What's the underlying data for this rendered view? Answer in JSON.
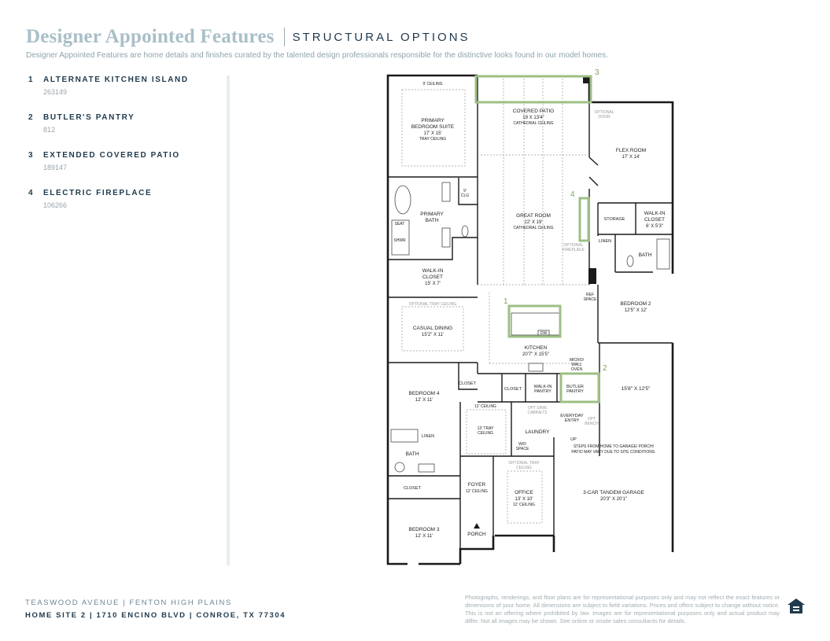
{
  "header": {
    "title": "Designer Appointed Features",
    "subtitle": "STRUCTURAL OPTIONS",
    "description": "Designer Appointed Features are home details and finishes curated by the talented design professionals responsible for the distinctive looks found in our model homes."
  },
  "options": [
    {
      "number": "1",
      "name": "ALTERNATE KITCHEN ISLAND",
      "code": "263149"
    },
    {
      "number": "2",
      "name": "BUTLER'S PANTRY",
      "code": "812"
    },
    {
      "number": "3",
      "name": "EXTENDED COVERED PATIO",
      "code": "189147"
    },
    {
      "number": "4",
      "name": "ELECTRIC FIREPLACE",
      "code": "106266"
    }
  ],
  "plan": {
    "callouts": [
      "1",
      "2",
      "3",
      "4"
    ],
    "rooms": {
      "covered_patio": {
        "name": "COVERED PATIO",
        "dims": "19 X 13'4\"",
        "note": "CATHEDRAL CEILING"
      },
      "nine_ceiling": "9' CEILING",
      "primary_suite": {
        "name1": "PRIMARY",
        "name2": "BEDROOM SUITE",
        "dims": "17' X 15'",
        "note": "TRAY CEILING"
      },
      "optional_door1": "OPTIONAL",
      "optional_door2": "DOOR",
      "flex_room": {
        "name": "FLEX ROOM",
        "dims": "17' X 14'"
      },
      "nine_clg1": "9'",
      "nine_clg2": "CLG",
      "primary_bath": {
        "name1": "PRIMARY",
        "name2": "BATH"
      },
      "seat": "SEAT",
      "shwr": "SHWR",
      "great_room": {
        "name": "GREAT ROOM",
        "dims": "22' X 19'",
        "note": "CATHEDRAL CEILING"
      },
      "storage": "STORAGE",
      "wic_flex": {
        "name1": "WALK-IN",
        "name2": "CLOSET",
        "dims": "6' X 5'3\""
      },
      "linen_top": "LINEN",
      "bath_top": "BATH",
      "optional_fireplace1": "OPTIONAL",
      "optional_fireplace2": "FIREPLACE",
      "wic_primary": {
        "name1": "WALK-IN",
        "name2": "CLOSET",
        "dims": "15' X 7'"
      },
      "optional_tray": "OPTIONAL TRAY CEILING",
      "casual_dining": {
        "name": "CASUAL DINING",
        "dims": "15'2\" X 11'"
      },
      "ref_space1": "REF",
      "ref_space2": "SPACE",
      "bedroom2": {
        "name": "BEDROOM 2",
        "dims": "12'5\" X 12'"
      },
      "dw": "DW",
      "kitchen": {
        "name": "KITCHEN",
        "dims": "20'7\" X 15'5\""
      },
      "micro1": "MICRO/",
      "micro2": "WALL",
      "micro3": "OVEN",
      "closet_a": "CLOSET",
      "closet_b": "CLOSET",
      "walkin_pantry1": "WALK-IN",
      "walkin_pantry2": "PANTRY",
      "butler_pantry1": "BUTLER",
      "butler_pantry2": "PANTRY",
      "garage_extra_dims": "15'8\" X 12'5\"",
      "bedroom4": {
        "name": "BEDROOM 4",
        "dims": "12' X 11'"
      },
      "twelve_ceiling": "12' CEILING",
      "opt_sink1": "OPT SINK/",
      "opt_sink2": "CABINETS",
      "everyday_entry1": "EVERYDAY",
      "everyday_entry2": "ENTRY",
      "opt_bench1": "OPT",
      "opt_bench2": "BENCH",
      "tray13_1": "13' TRAY",
      "tray13_2": "CEILING",
      "laundry": "LAUNDRY",
      "up": "UP",
      "linen_bottom": "LINEN",
      "wd1": "W/D",
      "wd2": "SPACE",
      "steps_note1": "STEPS FROM HOME TO GARAGE/ PORCH/",
      "steps_note2": "PATIO MAY VARY DUE TO SITE CONDITIONS.",
      "bath_bottom": "BATH",
      "optional_tray_office1": "OPTIONAL TRAY",
      "optional_tray_office2": "CEILING",
      "closet_c": "CLOSET",
      "foyer": {
        "name": "FOYER",
        "note": "12' CEILING"
      },
      "office": {
        "name": "OFFICE",
        "dims": "13' X 10'",
        "note": "12' CEILING"
      },
      "garage": {
        "name": "3-CAR TANDEM GARAGE",
        "dims": "20'3\" X 20'1\""
      },
      "bedroom3": {
        "name": "BEDROOM 3",
        "dims": "12' X 11'"
      },
      "porch": "PORCH"
    }
  },
  "footer": {
    "line1": "TEASWOOD AVENUE  |  FENTON HIGH PLAINS",
    "line2": "HOME SITE 2  |  1710 ENCINO BLVD  |  CONROE, TX 77304",
    "disclaimer": "Photographs, renderings, and floor plans are for representational purposes only and may not reflect the exact features or dimensions of your home. All dimensions are subject to field variations. Prices and offers subject to change without notice. This is not an offering where prohibited by law. Images are for representational purposes only and actual product may differ. Not all images may be shown. See online or onsite sales consultants for details."
  },
  "colors": {
    "title": "#a9bfc7",
    "navy": "#1f3a4d",
    "highlight": "#9dbf84",
    "wall": "#1a1a1a"
  }
}
